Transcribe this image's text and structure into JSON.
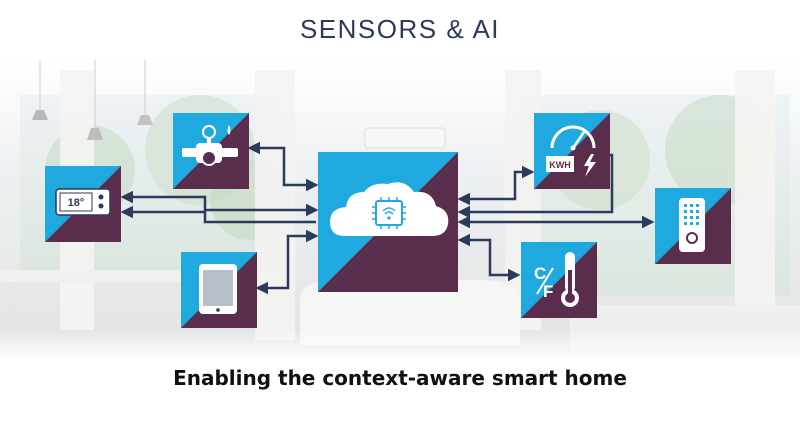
{
  "title": "SENSORS & AI",
  "caption": "Enabling the context-aware smart home",
  "colors": {
    "tile_blue": "#1fa9df",
    "tile_purple": "#5b2d4d",
    "arrow": "#2c3a5c",
    "title": "#2c3a5c"
  },
  "devices": {
    "thermostat": {
      "icon": "thermostat-icon",
      "display": "18°"
    },
    "water_valve": {
      "icon": "water-valve-icon"
    },
    "tablet": {
      "icon": "tablet-icon"
    },
    "cloud_ai": {
      "icon": "cloud-chip-icon"
    },
    "energy_meter": {
      "icon": "energy-meter-icon",
      "label": "KWH"
    },
    "temperature_sensor": {
      "icon": "thermometer-icon",
      "label_c": "C",
      "label_f": "F"
    },
    "remote_control": {
      "icon": "remote-control-icon"
    }
  }
}
